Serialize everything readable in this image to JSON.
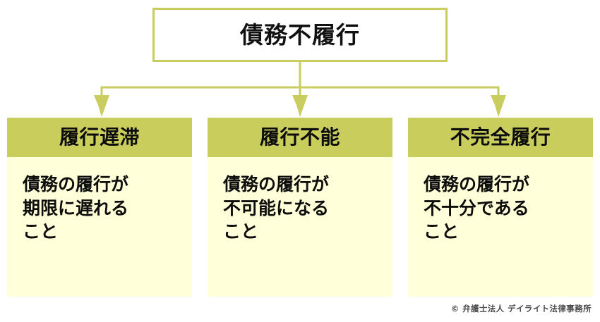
{
  "diagram": {
    "root": {
      "label": "債務不履行"
    },
    "branches": [
      {
        "header": "履行遅滞",
        "body": "債務の履行が\n期限に遅れる\nこと"
      },
      {
        "header": "履行不能",
        "body": "債務の履行が\n不可能になる\nこと"
      },
      {
        "header": "不完全履行",
        "body": "債務の履行が\n不十分である\nこと"
      }
    ],
    "credit": "© 弁護士法人 デイライト法律事務所",
    "colors": {
      "line": "#c9cc5e",
      "header_fill": "#c9cd5c",
      "body_fill": "#ffffd9",
      "root_fill": "#ffffff",
      "text": "#0d0d0d",
      "credit_text": "#4a4a4a"
    }
  }
}
